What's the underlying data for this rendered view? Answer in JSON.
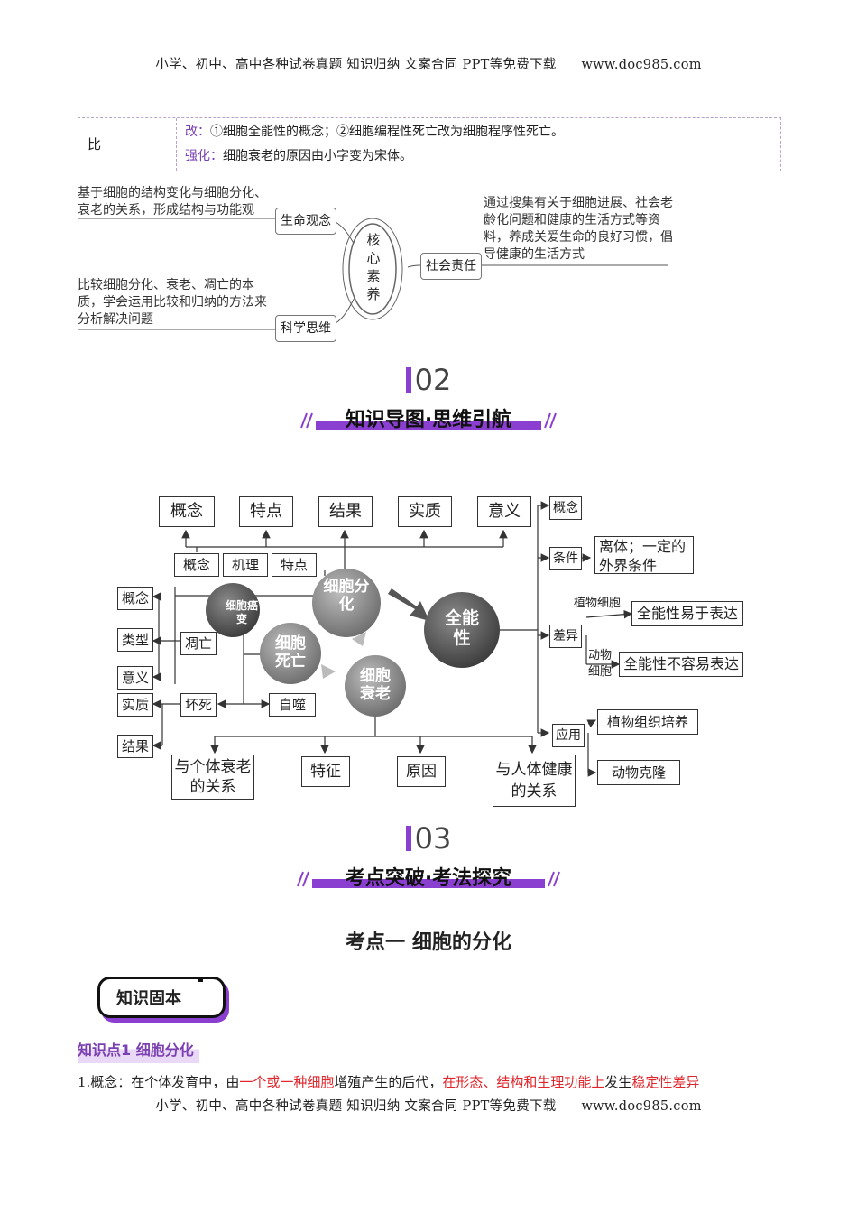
{
  "header": {
    "text": "小学、初中、高中各种试卷真题  知识归纳  文案合同  PPT等免费下载",
    "url": "www.doc985.com"
  },
  "footer": {
    "text": "小学、初中、高中各种试卷真题  知识归纳  文案合同  PPT等免费下载",
    "url": "www.doc985.com"
  },
  "compare_table": {
    "row_label": "比",
    "line1_prefix": "改：",
    "line1_text": "①细胞全能性的概念；②细胞编程性死亡改为细胞程序性死亡。",
    "line2_prefix": "强化：",
    "line2_text": "细胞衰老的原因由小字变为宋体。"
  },
  "literacy": {
    "center": "核心素养",
    "top_left_text": "基于细胞的结构变化与细胞分化、衰老的关系，形成结构与功能观",
    "top_left_box": "生命观念",
    "bottom_left_text": "比较细胞分化、衰老、凋亡的本质，学会运用比较和归纳的方法来分析解决问题",
    "bottom_left_box": "科学思维",
    "right_text": "通过搜集有关于细胞进展、社会老龄化问题和健康的生活方式等资料，养成关爱生命的良好习惯，倡导健康的生活方式",
    "right_box": "社会责任"
  },
  "section02": {
    "number": "02",
    "title": "知识导图·思维引航"
  },
  "mindmap": {
    "top_boxes": [
      "概念",
      "特点",
      "结果",
      "实质",
      "意义"
    ],
    "small_boxes": [
      "概念",
      "机理",
      "特点"
    ],
    "circle_fenhua": "细胞分化",
    "circle_aibian": "细胞癌变",
    "circle_quanneng": "全能性",
    "circle_siwang": "细胞死亡",
    "circle_shuailao": "细胞衰老",
    "left_boxes": [
      "概念",
      "类型",
      "意义",
      "实质",
      "结果"
    ],
    "diaowang": "凋亡",
    "huaisi": "坏死",
    "zishi": "自噬",
    "bottom_boxes": [
      "与个体衰老的关系",
      "特征",
      "原因",
      "与人体健康的关系"
    ],
    "right_gainian": "概念",
    "right_tiaojian": "条件",
    "right_tiaojian_detail": "离体；一定的外界条件",
    "right_chayi": "差异",
    "plant_cell": "植物细胞",
    "plant_detail": "全能性易于表达",
    "animal_cell": "动物细胞",
    "animal_detail": "全能性不容易表达",
    "right_yingyong": "应用",
    "app1": "植物组织培养",
    "app2": "动物克隆"
  },
  "section03": {
    "number": "03",
    "title": "考点突破·考法探究"
  },
  "kaodian": "考点一  细胞的分化",
  "tag": "知识固本",
  "knowledge_point": "知识点1 细胞分化",
  "concept": {
    "prefix": "1.概念：在个体发育中，由",
    "red1": "一个或一种细胞",
    "mid": "增殖产生的后代，",
    "red2": "在形态、结构和生理功能上",
    "mid2": "发生",
    "red3": "稳定性差异"
  }
}
